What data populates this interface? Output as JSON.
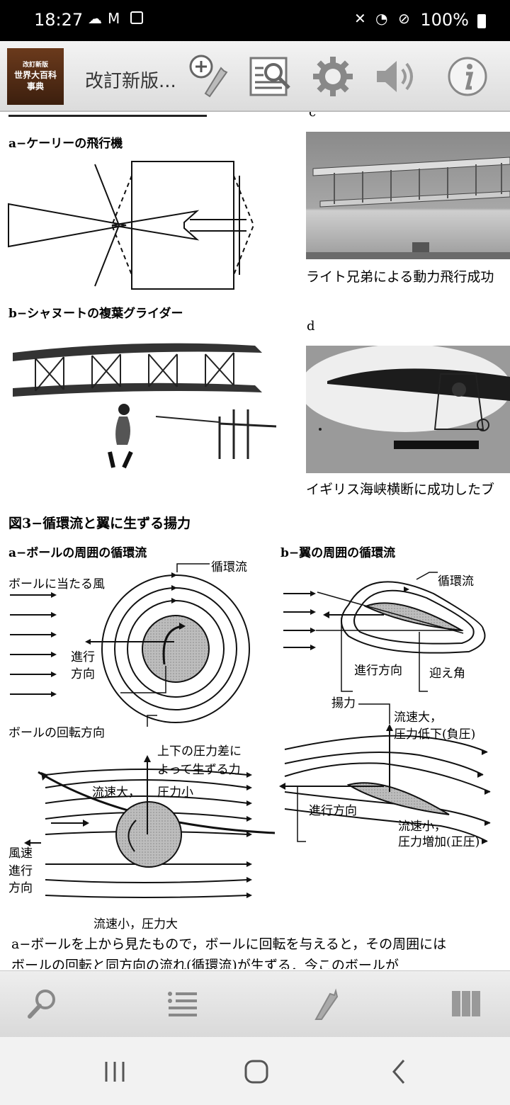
{
  "status_bar": {
    "time": "18:27",
    "battery": "100%",
    "left_icons": [
      "cloud-icon",
      "gmail-icon",
      "app-notification-icon"
    ],
    "right_icons": [
      "mute-vibrate-icon",
      "wifi-icon",
      "do-not-disturb-icon",
      "battery-icon"
    ]
  },
  "toolbar": {
    "logo_lines": [
      "改訂新版",
      "世界大百科",
      "事典"
    ],
    "title": "改訂新版...",
    "buttons": [
      "add-bookmark-icon",
      "search-document-icon",
      "settings-gear-icon",
      "speaker-icon",
      "info-icon"
    ]
  },
  "document": {
    "fig_a_label": "a−ケーリーの飛行機",
    "fig_b_label": "b−シャヌートの複葉グライダー",
    "fig_c_caption": "ライト兄弟による動力飛行成功",
    "fig_d_label": "d",
    "fig_d_caption": "イギリス海峡横断に成功したブ",
    "fig3_title": "図3−循環流と翼に生ずる揚力",
    "fig3a_label": "a−ボールの周囲の循環流",
    "fig3b_label": "b−翼の周囲の循環流",
    "ball_circulation": "循環流",
    "ball_wind": "ボールに当たる風",
    "ball_direction": "進行\n方向",
    "ball_rotation": "ボールの回転方向",
    "force_label_1": "上下の圧力差に",
    "force_label_2": "よって生ずる力",
    "fast_low": "流速大，",
    "low_pressure": "圧力小",
    "wind_speed": "風速",
    "travel_dir": "進行\n方向",
    "slow_high": "流速小，圧力大",
    "wing_circulation": "循環流",
    "wing_direction": "進行方向",
    "angle_of_attack": "迎え角",
    "lift": "揚力",
    "wing_fast_1": "流速大，",
    "wing_fast_2": "圧力低下(負圧)",
    "wing_direction_2": "進行方向",
    "wing_slow_1": "流速小，",
    "wing_slow_2": "圧力増加(正圧)",
    "body_line_1": "a−ボールを上から見たもので，ボールに回転を与えると，その周囲には",
    "body_line_2": "ボールの回転と同方向の流れ(循環流)が生ずる．今このボールが"
  },
  "bottom_bar": {
    "buttons": [
      "search-icon",
      "list-icon",
      "bookmark-icon",
      "columns-icon"
    ]
  },
  "nav_bar": {
    "buttons": [
      "recent-apps-icon",
      "home-icon",
      "back-icon"
    ]
  }
}
